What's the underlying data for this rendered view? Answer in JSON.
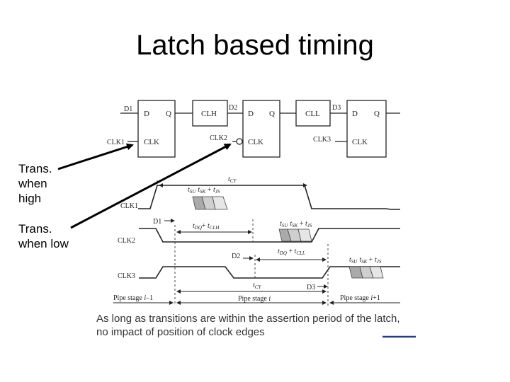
{
  "title": "Latch based timing",
  "annotations": {
    "trans_high": [
      "Trans.",
      "when",
      "high"
    ],
    "trans_low": [
      "Trans.",
      "when low"
    ]
  },
  "caption": [
    "As long as transitions are within the assertion period of the latch,",
    "no impact of position of clock edges"
  ],
  "latch_diagram": {
    "latches": [
      {
        "d": "D",
        "q": "Q",
        "clk": "CLK",
        "input": "D1",
        "clock": "CLK1"
      },
      {
        "d": "D",
        "q": "Q",
        "clk": "CLK",
        "input": "D2",
        "clock": "CLK2"
      },
      {
        "d": "D",
        "q": "Q",
        "clk": "CLK",
        "input": "D3",
        "clock": "CLK3"
      }
    ],
    "logic_blocks": [
      "CLH",
      "CLL"
    ]
  },
  "timing_diagram": {
    "signals": [
      "CLK1",
      "CLK2",
      "CLK3"
    ],
    "data_labels": [
      "D1",
      "D2",
      "D3"
    ],
    "t_cy": "t",
    "t_cy_sub": "CY",
    "setup_label": {
      "t1": "t",
      "s1": "SU",
      "t2": "t",
      "s2": "SK",
      "plus": " + ",
      "t3": "t",
      "s3": "JS"
    },
    "delay_clh": {
      "t1": "t",
      "s1": "DQ",
      "plus": "+ ",
      "t2": "t",
      "s2": "CLH"
    },
    "delay_cll": {
      "t1": "t",
      "s1": "DQ",
      "plus": " + ",
      "t2": "t",
      "s2": "CLL"
    },
    "pipe_stages": {
      "prev_a": "Pipe stage ",
      "prev_b": "i",
      "prev_c": "–1",
      "cur_a": "Pipe stage ",
      "cur_b": "i",
      "next_a": "Pipe stage ",
      "next_b": "i",
      "next_c": "+1"
    }
  }
}
